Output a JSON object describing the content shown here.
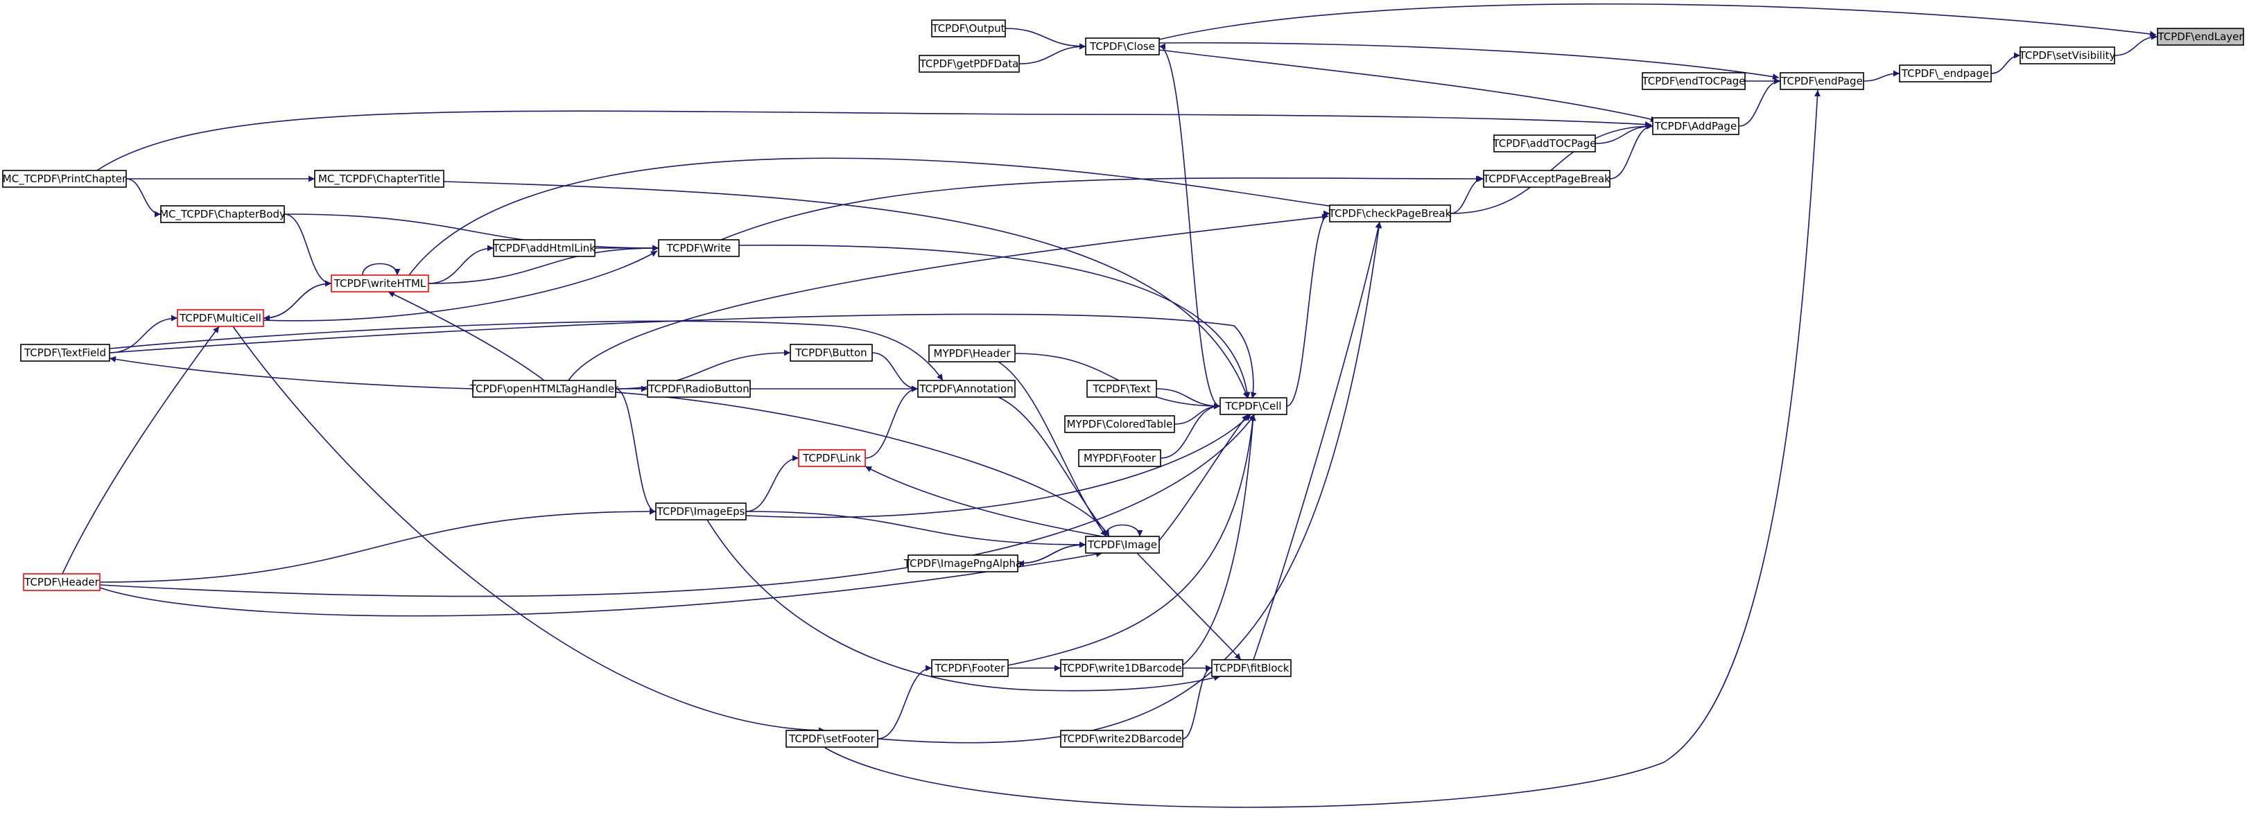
{
  "diagram": {
    "type": "call-graph",
    "node_style": {
      "fill": "#ffffff",
      "stroke": "#000000",
      "highlight_stroke": "#ff0000",
      "root_fill": "#bfbfbf"
    },
    "edge_color": "#191970",
    "nodes": [
      {
        "id": "endLayer",
        "label": "TCPDF\\endLayer",
        "style": "root"
      },
      {
        "id": "setVisibility",
        "label": "TCPDF\\setVisibility"
      },
      {
        "id": "_endpage",
        "label": "TCPDF\\_endpage"
      },
      {
        "id": "endPage",
        "label": "TCPDF\\endPage"
      },
      {
        "id": "endTOCPage",
        "label": "TCPDF\\endTOCPage"
      },
      {
        "id": "AddPage",
        "label": "TCPDF\\AddPage"
      },
      {
        "id": "addTOCPage",
        "label": "TCPDF\\addTOCPage"
      },
      {
        "id": "AcceptPageBreak",
        "label": "TCPDF\\AcceptPageBreak"
      },
      {
        "id": "checkPageBreak",
        "label": "TCPDF\\checkPageBreak"
      },
      {
        "id": "Close",
        "label": "TCPDF\\Close"
      },
      {
        "id": "Output",
        "label": "TCPDF\\Output"
      },
      {
        "id": "getPDFData",
        "label": "TCPDF\\getPDFData"
      },
      {
        "id": "PrintChapter",
        "label": "MC_TCPDF\\PrintChapter"
      },
      {
        "id": "ChapterTitle",
        "label": "MC_TCPDF\\ChapterTitle"
      },
      {
        "id": "ChapterBody",
        "label": "MC_TCPDF\\ChapterBody"
      },
      {
        "id": "Write",
        "label": "TCPDF\\Write"
      },
      {
        "id": "addHtmlLink",
        "label": "TCPDF\\addHtmlLink"
      },
      {
        "id": "writeHTML",
        "label": "TCPDF\\writeHTML",
        "style": "red"
      },
      {
        "id": "MultiCell",
        "label": "TCPDF\\MultiCell",
        "style": "red"
      },
      {
        "id": "TextField",
        "label": "TCPDF\\TextField"
      },
      {
        "id": "openHTMLTagHandler",
        "label": "TCPDF\\openHTMLTagHandler"
      },
      {
        "id": "Button",
        "label": "TCPDF\\Button"
      },
      {
        "id": "RadioButton",
        "label": "TCPDF\\RadioButton"
      },
      {
        "id": "Annotation",
        "label": "TCPDF\\Annotation"
      },
      {
        "id": "MYPDFHeader",
        "label": "MYPDF\\Header"
      },
      {
        "id": "Text",
        "label": "TCPDF\\Text"
      },
      {
        "id": "ColoredTable",
        "label": "MYPDF\\ColoredTable"
      },
      {
        "id": "MYPDFFooter",
        "label": "MYPDF\\Footer"
      },
      {
        "id": "Cell",
        "label": "TCPDF\\Cell"
      },
      {
        "id": "Link",
        "label": "TCPDF\\Link",
        "style": "red"
      },
      {
        "id": "ImageEps",
        "label": "TCPDF\\ImageEps"
      },
      {
        "id": "Image",
        "label": "TCPDF\\Image"
      },
      {
        "id": "ImagePngAlpha",
        "label": "TCPDF\\ImagePngAlpha"
      },
      {
        "id": "Header",
        "label": "TCPDF\\Header",
        "style": "red"
      },
      {
        "id": "Footer",
        "label": "TCPDF\\Footer"
      },
      {
        "id": "write1DBarcode",
        "label": "TCPDF\\write1DBarcode"
      },
      {
        "id": "fitBlock",
        "label": "TCPDF\\fitBlock"
      },
      {
        "id": "setFooter",
        "label": "TCPDF\\setFooter"
      },
      {
        "id": "write2DBarcode",
        "label": "TCPDF\\write2DBarcode"
      }
    ],
    "edges": [
      {
        "from": "setVisibility",
        "to": "endLayer"
      },
      {
        "from": "Close",
        "to": "endLayer"
      },
      {
        "from": "_endpage",
        "to": "setVisibility"
      },
      {
        "from": "endPage",
        "to": "_endpage"
      },
      {
        "from": "Close",
        "to": "endPage"
      },
      {
        "from": "endTOCPage",
        "to": "endPage"
      },
      {
        "from": "AddPage",
        "to": "endPage"
      },
      {
        "from": "setFooter",
        "to": "endPage"
      },
      {
        "from": "Output",
        "to": "Close"
      },
      {
        "from": "getPDFData",
        "to": "Close"
      },
      {
        "from": "Cell",
        "to": "Close"
      },
      {
        "from": "Close",
        "to": "AddPage"
      },
      {
        "from": "PrintChapter",
        "to": "AddPage"
      },
      {
        "from": "addTOCPage",
        "to": "AddPage"
      },
      {
        "from": "AcceptPageBreak",
        "to": "AddPage"
      },
      {
        "from": "checkPageBreak",
        "to": "AddPage"
      },
      {
        "from": "checkPageBreak",
        "to": "AcceptPageBreak"
      },
      {
        "from": "Write",
        "to": "AcceptPageBreak"
      },
      {
        "from": "Cell",
        "to": "checkPageBreak"
      },
      {
        "from": "fitBlock",
        "to": "checkPageBreak"
      },
      {
        "from": "setFooter",
        "to": "checkPageBreak"
      },
      {
        "from": "writeHTML",
        "to": "checkPageBreak"
      },
      {
        "from": "openHTMLTagHandler",
        "to": "checkPageBreak"
      },
      {
        "from": "PrintChapter",
        "to": "ChapterTitle"
      },
      {
        "from": "PrintChapter",
        "to": "ChapterBody"
      },
      {
        "from": "ChapterTitle",
        "to": "Cell"
      },
      {
        "from": "ChapterBody",
        "to": "Write"
      },
      {
        "from": "ChapterBody",
        "to": "writeHTML"
      },
      {
        "from": "Write",
        "to": "Cell"
      },
      {
        "from": "addHtmlLink",
        "to": "Write"
      },
      {
        "from": "writeHTML",
        "to": "Write"
      },
      {
        "from": "MultiCell",
        "to": "Write"
      },
      {
        "from": "writeHTML",
        "to": "addHtmlLink"
      },
      {
        "from": "writeHTML",
        "to": "writeHTML"
      },
      {
        "from": "writeHTML",
        "to": "MultiCell"
      },
      {
        "from": "MultiCell",
        "to": "writeHTML"
      },
      {
        "from": "openHTMLTagHandler",
        "to": "writeHTML"
      },
      {
        "from": "TextField",
        "to": "MultiCell"
      },
      {
        "from": "Header",
        "to": "MultiCell"
      },
      {
        "from": "MultiCell",
        "to": "setFooter"
      },
      {
        "from": "openHTMLTagHandler",
        "to": "TextField"
      },
      {
        "from": "TextField",
        "to": "Annotation"
      },
      {
        "from": "openHTMLTagHandler",
        "to": "Button"
      },
      {
        "from": "openHTMLTagHandler",
        "to": "RadioButton"
      },
      {
        "from": "openHTMLTagHandler",
        "to": "Image"
      },
      {
        "from": "openHTMLTagHandler",
        "to": "ImageEps"
      },
      {
        "from": "Button",
        "to": "Annotation"
      },
      {
        "from": "RadioButton",
        "to": "Annotation"
      },
      {
        "from": "Link",
        "to": "Annotation"
      },
      {
        "from": "Annotation",
        "to": "Image"
      },
      {
        "from": "MYPDFHeader",
        "to": "Cell"
      },
      {
        "from": "MYPDFHeader",
        "to": "Image"
      },
      {
        "from": "Text",
        "to": "Cell"
      },
      {
        "from": "ColoredTable",
        "to": "Cell"
      },
      {
        "from": "MYPDFFooter",
        "to": "Cell"
      },
      {
        "from": "TextField",
        "to": "Cell"
      },
      {
        "from": "Image",
        "to": "Cell"
      },
      {
        "from": "ImageEps",
        "to": "Cell"
      },
      {
        "from": "Header",
        "to": "Cell"
      },
      {
        "from": "Footer",
        "to": "Cell"
      },
      {
        "from": "write1DBarcode",
        "to": "Cell"
      },
      {
        "from": "ImageEps",
        "to": "Link"
      },
      {
        "from": "Image",
        "to": "Link"
      },
      {
        "from": "ImageEps",
        "to": "Image"
      },
      {
        "from": "Image",
        "to": "Image"
      },
      {
        "from": "Image",
        "to": "ImagePngAlpha"
      },
      {
        "from": "ImagePngAlpha",
        "to": "Image"
      },
      {
        "from": "Header",
        "to": "ImageEps"
      },
      {
        "from": "Header",
        "to": "Image"
      },
      {
        "from": "Image",
        "to": "fitBlock"
      },
      {
        "from": "ImageEps",
        "to": "fitBlock"
      },
      {
        "from": "write1DBarcode",
        "to": "fitBlock"
      },
      {
        "from": "write2DBarcode",
        "to": "fitBlock"
      },
      {
        "from": "Footer",
        "to": "write1DBarcode"
      },
      {
        "from": "setFooter",
        "to": "Footer"
      }
    ]
  }
}
